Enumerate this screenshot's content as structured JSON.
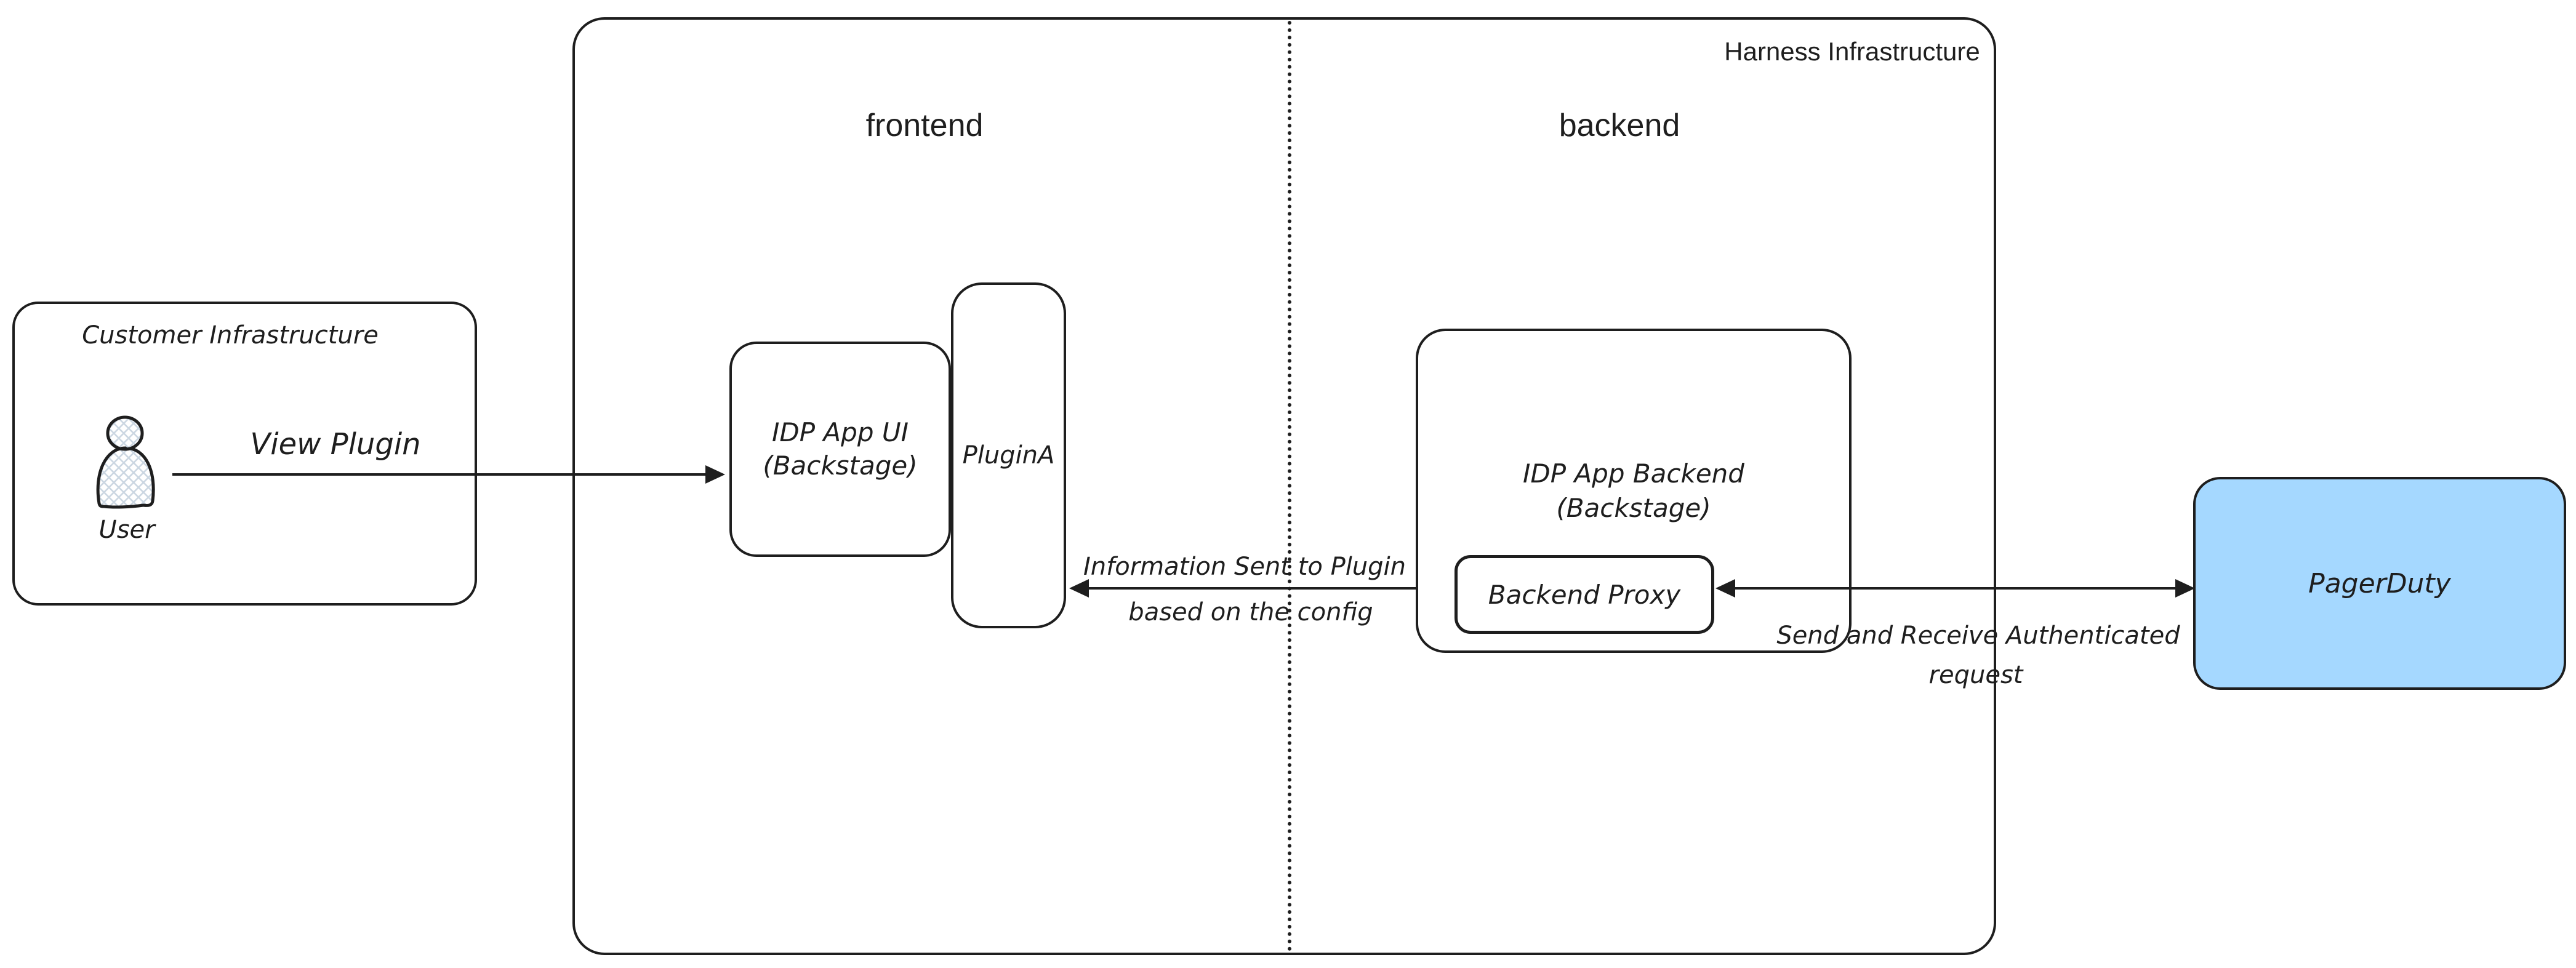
{
  "colors": {
    "stroke": "#1e1e1e",
    "background": "#ffffff",
    "pagerduty_fill": "#a5d8ff",
    "user_hatch_fill": "#ccd7e2"
  },
  "containers": {
    "harness": {
      "label": "Harness Infrastructure"
    },
    "customer": {
      "label": "Customer Infrastructure"
    },
    "sections": {
      "frontend": "frontend",
      "backend": "backend"
    }
  },
  "nodes": {
    "user": {
      "label": "User",
      "icon": "person-icon"
    },
    "idp_app_ui": {
      "line1": "IDP App UI",
      "line2": "(Backstage)"
    },
    "plugin_a": {
      "label": "PluginA"
    },
    "idp_app_backend": {
      "line1": "IDP App Backend",
      "line2": "(Backstage)"
    },
    "backend_proxy": {
      "label": "Backend Proxy"
    },
    "pagerduty": {
      "label": "PagerDuty"
    }
  },
  "arrows": {
    "view_plugin": {
      "label": "View Plugin",
      "direction": "right"
    },
    "info_sent": {
      "line1": "Information Sent to Plugin",
      "line2": "based on the config",
      "direction": "left"
    },
    "auth_request": {
      "line1": "Send and Receive Authenticated",
      "line2": "request",
      "direction": "both"
    }
  }
}
